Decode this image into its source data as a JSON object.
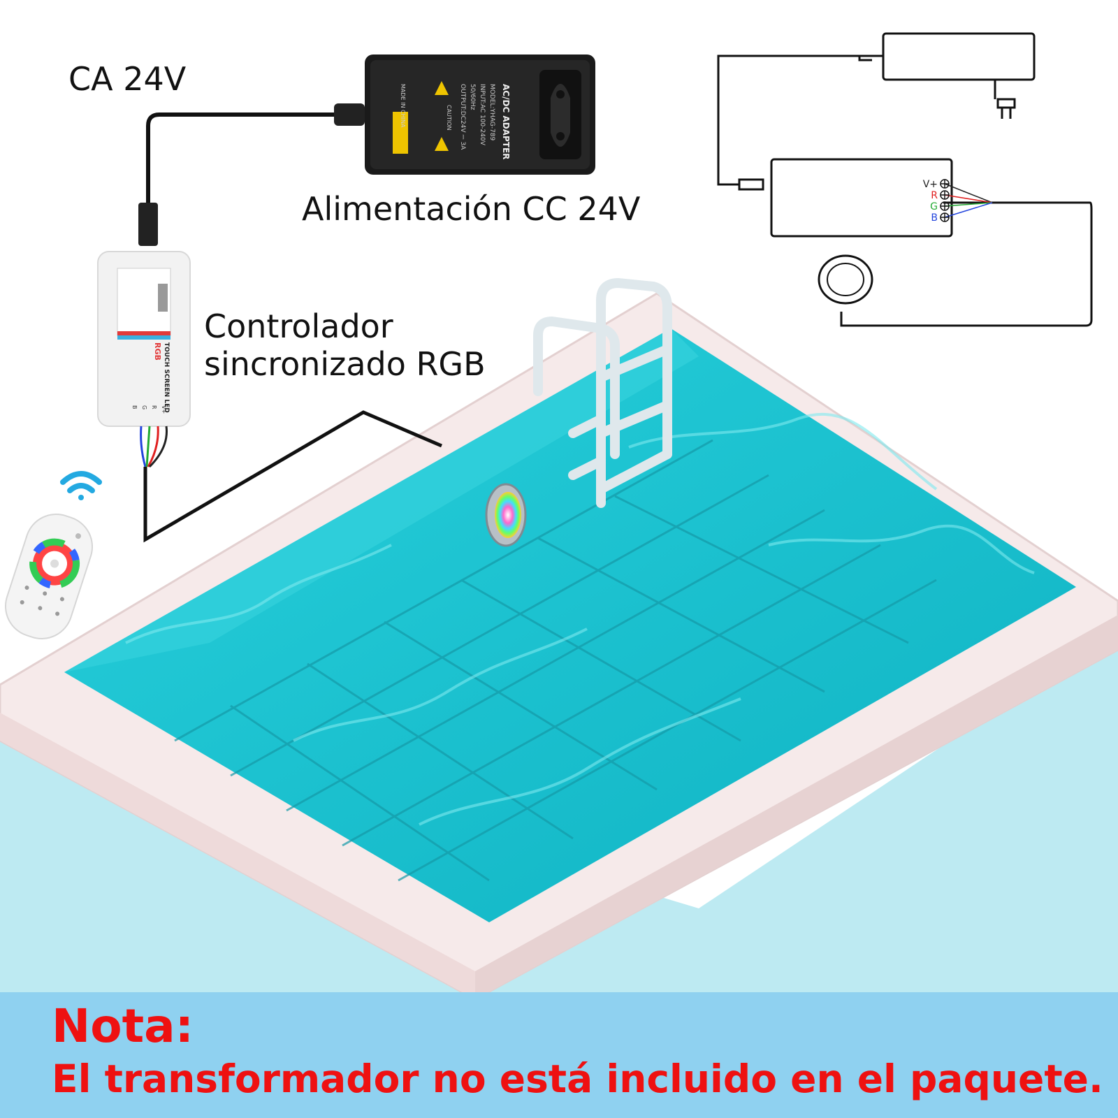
{
  "labels": {
    "ac_voltage": "CA 24V",
    "power_supply": "Alimentación CC 24V",
    "controller_line1": "Controlador",
    "controller_line2": "sincronizado RGB"
  },
  "adapter": {
    "title": "AC/DC ADAPTER",
    "model": "MODEL:YHAG-789",
    "input": "INPUT:AC 100-240V",
    "freq": "50/60Hz",
    "output": "OUTPUT:DC24V ⎓ 3A",
    "caution": "CAUTION",
    "made_in": "MADE IN CHINA"
  },
  "controller_device": {
    "title": "TOUCH SCREEN LED",
    "rgb_badge": "RGB",
    "terminals": [
      "V+",
      "R",
      "G",
      "B"
    ]
  },
  "schematic": {
    "terminals": [
      "V+",
      "R",
      "G",
      "B"
    ],
    "terminal_colors": [
      "#222222",
      "#e02020",
      "#22aa33",
      "#2244dd"
    ]
  },
  "note": {
    "title": "Nota:",
    "body": "El transformador no está incluido en el paquete."
  },
  "colors": {
    "water": "#1bbfcc",
    "pool_rim": "#f4e4e4",
    "note_bg": "#8fd1f0",
    "note_text": "#ee1111"
  }
}
